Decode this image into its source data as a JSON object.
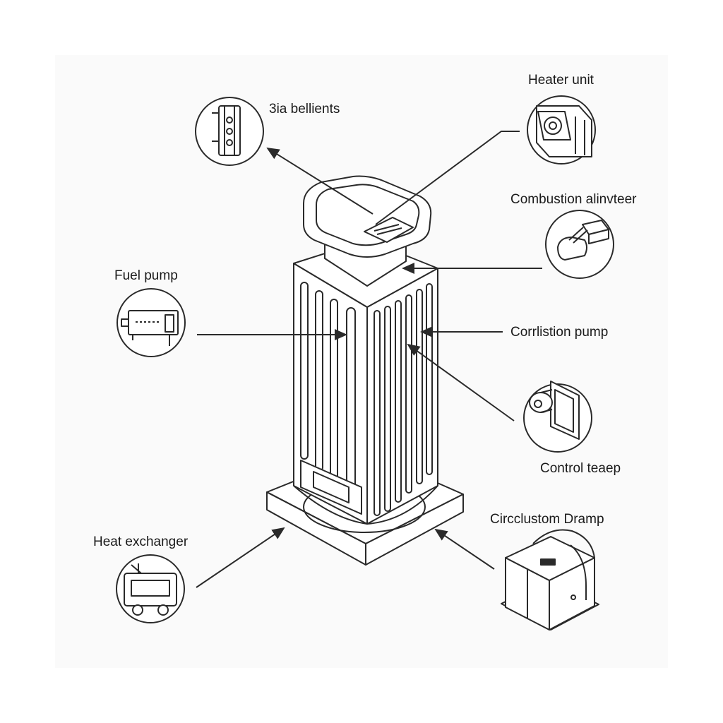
{
  "diagram": {
    "labels": {
      "top_left": "3ia bellients",
      "heater_unit": "Heater unit",
      "combustion": "Combustion alinvteer",
      "fuel_pump": "Fuel pump",
      "corrlistion_pump": "Corrlistion pump",
      "control": "Control teaep",
      "circulation": "Circclustom Dramp",
      "heat_exchanger": "Heat exchanger"
    },
    "colors": {
      "line": "#2a2a2a",
      "fill": "#ffffff",
      "background": "#fafafa"
    }
  }
}
